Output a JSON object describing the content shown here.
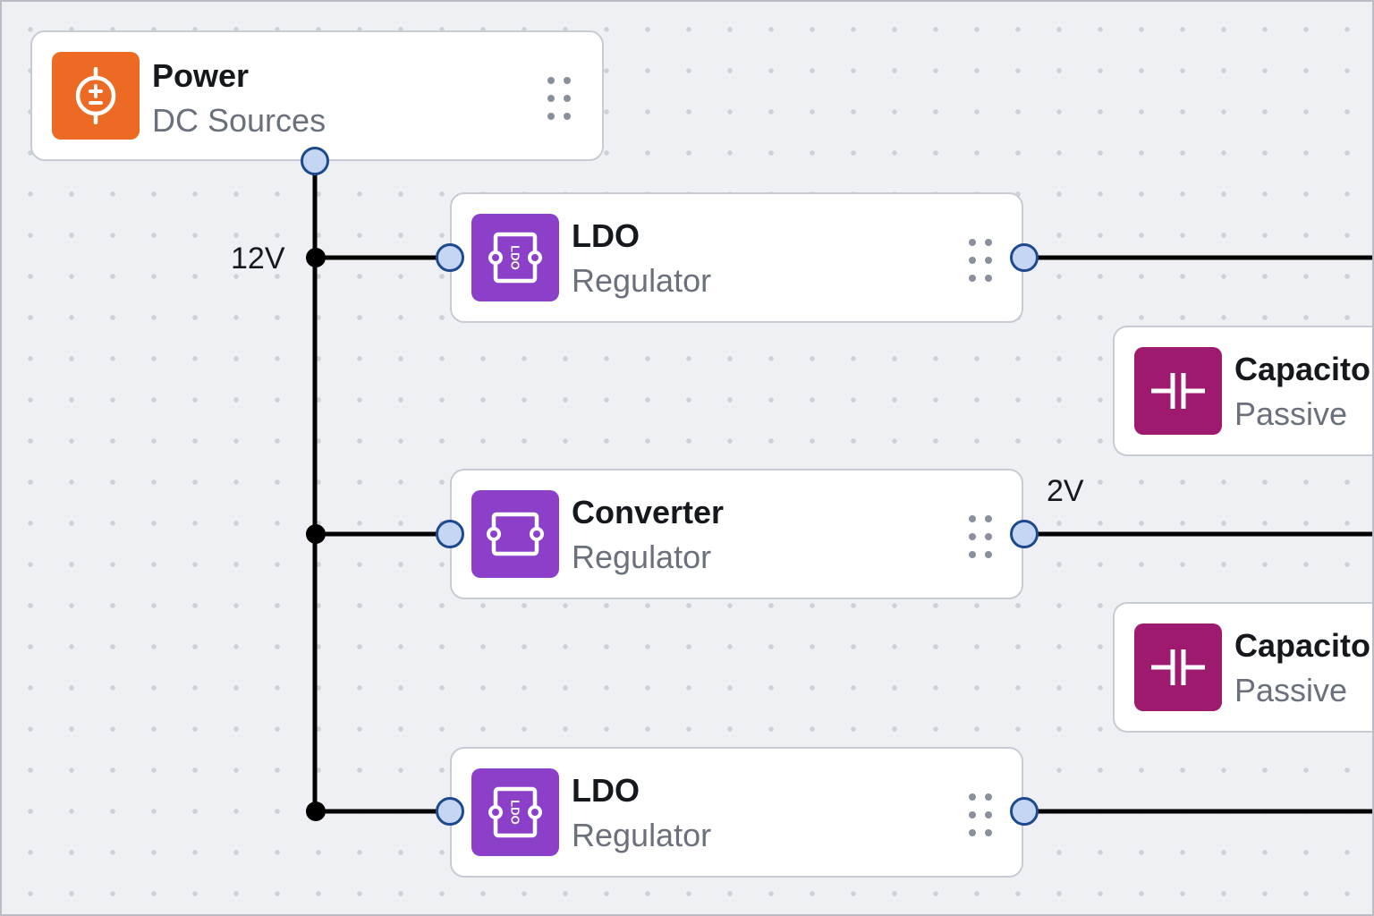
{
  "nodes": {
    "power": {
      "title": "Power",
      "subtitle": "DC Sources",
      "icon": "power-source-icon",
      "color": "#ec6a24"
    },
    "ldo_top": {
      "title": "LDO",
      "subtitle": "Regulator",
      "icon": "ldo-chip-icon",
      "color": "#8c40c9"
    },
    "converter": {
      "title": "Converter",
      "subtitle": "Regulator",
      "icon": "converter-chip-icon",
      "color": "#8c40c9"
    },
    "ldo_bottom": {
      "title": "LDO",
      "subtitle": "Regulator",
      "icon": "ldo-chip-icon",
      "color": "#8c40c9"
    },
    "capacitor_top": {
      "title": "Capacitor",
      "subtitle": "Passive",
      "icon": "capacitor-icon",
      "color": "#9e1a6e"
    },
    "capacitor_bottom": {
      "title": "Capacitor",
      "subtitle": "Passive",
      "icon": "capacitor-icon",
      "color": "#9e1a6e"
    }
  },
  "edge_labels": {
    "bus": "12V",
    "converter_out": "2V"
  },
  "colors": {
    "port_fill": "#c4d6f4",
    "port_stroke": "#1d4a8c",
    "wire": "#000000"
  }
}
